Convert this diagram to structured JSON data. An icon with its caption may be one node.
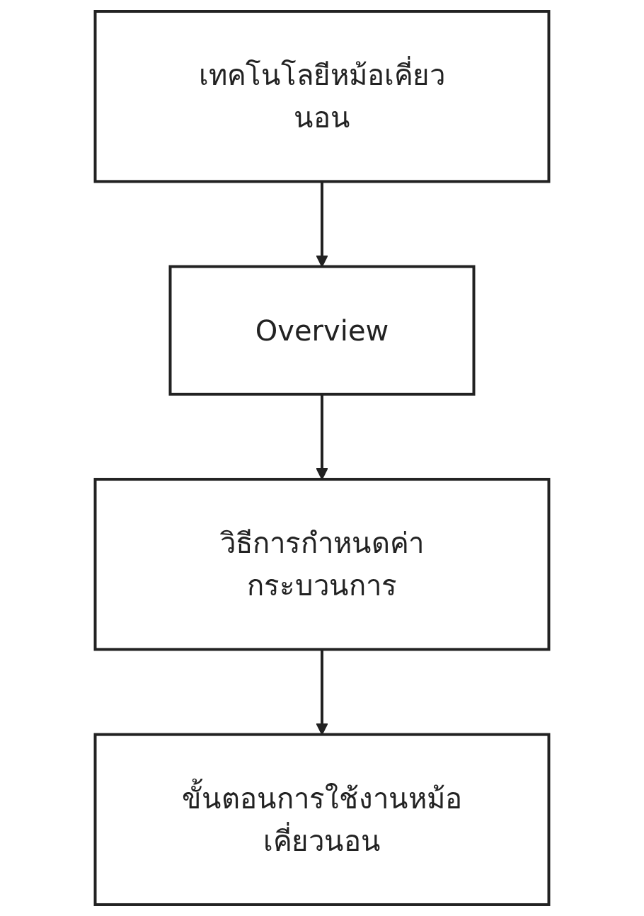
{
  "diagram": {
    "nodes": [
      {
        "text": [
          "เทคโนโลยีหม้อเคี่ยวนอน"
        ]
      },
      {
        "text": [
          "Overview"
        ]
      },
      {
        "text": [
          "วิธีการกำหนดค่ากระบวนการ"
        ]
      },
      {
        "text": [
          "ขั้นตอนการใช้งานหม้อเคี่ยวนอน"
        ]
      }
    ],
    "edges": [
      {
        "from": 0,
        "to": 1,
        "arrow": "to"
      },
      {
        "from": 1,
        "to": 2,
        "arrow": "to"
      },
      {
        "from": 2,
        "to": 3,
        "arrow": "to"
      }
    ]
  }
}
